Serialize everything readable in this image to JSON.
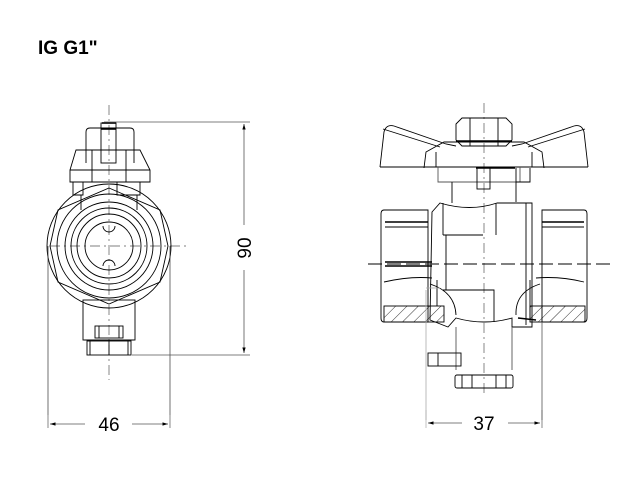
{
  "title": "IG G1\"",
  "dimensions": {
    "height": "90",
    "front_width": "46",
    "side_width": "37"
  },
  "views": [
    {
      "name": "front-view",
      "description": "End view of ball valve showing threaded port, hex, T-handle and bottom cap"
    },
    {
      "name": "side-view",
      "description": "Side sectional view of ball valve with butterfly handle, hex nut, body and bottom cap"
    }
  ],
  "colors": {
    "line": "#000000",
    "dim_line": "#555555",
    "background": "#ffffff"
  }
}
